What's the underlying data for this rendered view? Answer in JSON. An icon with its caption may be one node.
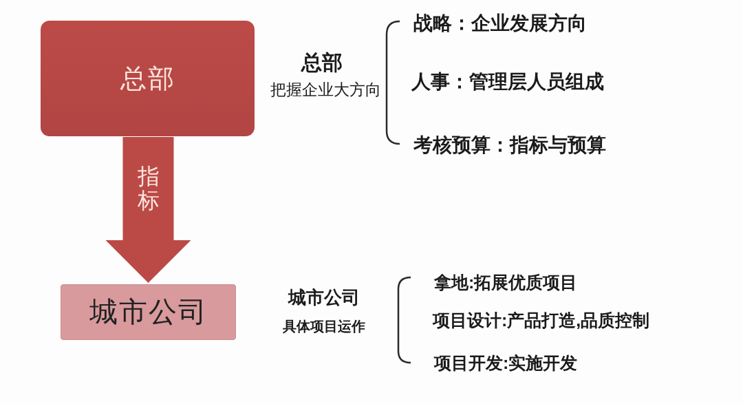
{
  "diagram": {
    "nodes": [
      {
        "text": [
          "总部"
        ]
      },
      {
        "text": [
          "城市公司"
        ]
      }
    ],
    "edges": [
      {
        "from": 0,
        "to": 1,
        "arrow": "to",
        "label": "指标",
        "style": "thick"
      }
    ],
    "labels": [
      "总部",
      "把握企业大方向",
      "战略：企业发展方向",
      "人事：管理层人员组成",
      "考核预算：指标与预算",
      "城市公司",
      "具体项目运作",
      "拿地:拓展优质项目",
      "项目设计:产品打造,品质控制",
      "项目开发:实施开发"
    ]
  }
}
